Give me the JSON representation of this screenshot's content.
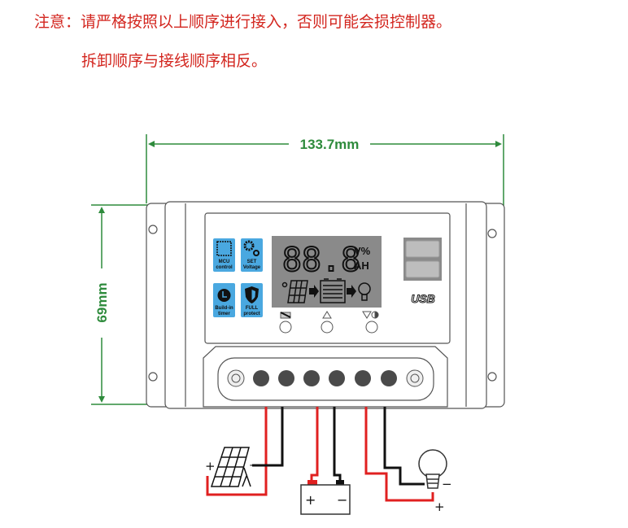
{
  "notice": {
    "line1": "注意：请严格按照以上顺序进行接入，否则可能会损控制器。",
    "line2": "拆卸顺序与接线顺序相反。"
  },
  "dimensions": {
    "width": "133.7mm",
    "height": "69mm"
  },
  "panel_icons": [
    {
      "icon": "chip-icon",
      "line1": "MCU",
      "line2": "control"
    },
    {
      "icon": "gears-icon",
      "line1": "SET",
      "line2": "Voltage"
    },
    {
      "icon": "alarm-clock-icon",
      "line1": "Build-in",
      "line2": "timer"
    },
    {
      "icon": "shield-icon",
      "line1": "FULL",
      "line2": "protect"
    }
  ],
  "lcd": {
    "digits": "88.8",
    "unit_top": "V%",
    "unit_bottom": "AH"
  },
  "usb_label": "USB",
  "buttons": [
    "menu-button",
    "up-button",
    "down-light-button"
  ],
  "polarity": {
    "plus": "+",
    "minus": "−"
  },
  "colors": {
    "notice": "#d3261f",
    "dimension": "#2e8b3c",
    "icon_bg": "#4aa8e0",
    "lcd_bg": "#8a8a8a",
    "positive_wire": "#e02020",
    "negative_wire": "#111111"
  }
}
